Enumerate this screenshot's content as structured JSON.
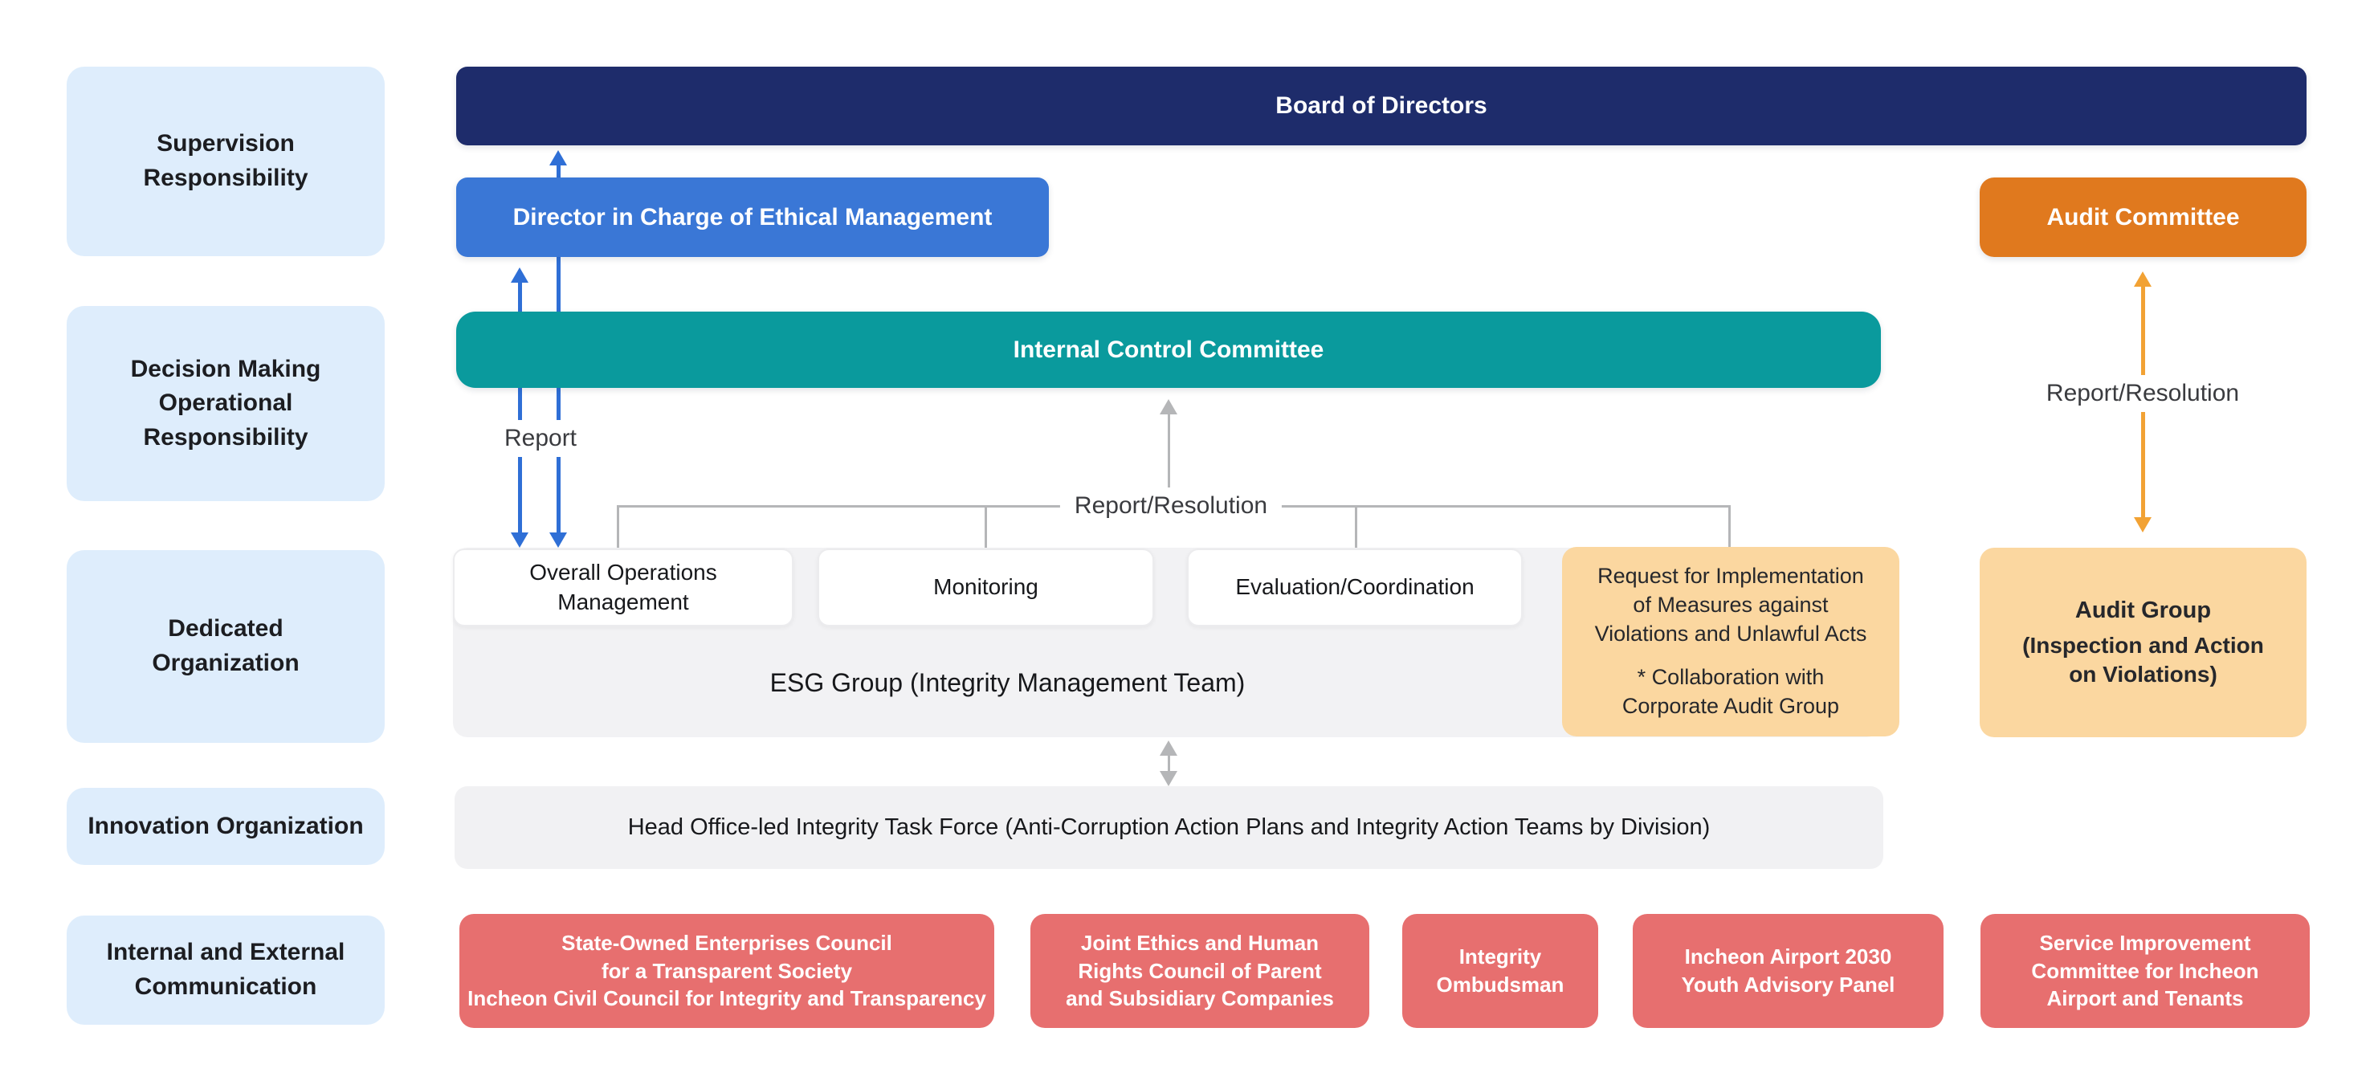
{
  "palette": {
    "navy": "#1e2c6b",
    "blue": "#3a77d6",
    "blue_arrow": "#2f6fd6",
    "teal": "#0a9a9d",
    "orange": "#e0791e",
    "orange_arrow": "#f2a234",
    "yellow": "#fbd7a0",
    "red": "#e76f6f",
    "light_blue": "#deedfc",
    "gray_box": "#f2f2f4",
    "gray_line": "#b5b6b8"
  },
  "left_labels": [
    {
      "text": "Supervision\nResponsibility"
    },
    {
      "text": "Decision Making\nOperational\nResponsibility"
    },
    {
      "text": "Dedicated\nOrganization"
    },
    {
      "text": "Innovation Organization"
    },
    {
      "text": "Internal and External\nCommunication"
    }
  ],
  "top": {
    "board": "Board of Directors",
    "director": "Director in Charge of Ethical Management",
    "audit_committee": "Audit Committee"
  },
  "middle": {
    "internal_control": "Internal Control Committee",
    "report_label": "Report",
    "report_resolution_center": "Report/Resolution",
    "report_resolution_right": "Report/Resolution"
  },
  "esg": {
    "white_boxes": [
      {
        "text": "Overall Operations\nManagement"
      },
      {
        "text": "Monitoring"
      },
      {
        "text": "Evaluation/Coordination"
      }
    ],
    "group_label": "ESG Group (Integrity Management Team)",
    "request_box": {
      "main": "Request for Implementation\nof Measures against\nViolations and Unlawful Acts",
      "note": "* Collaboration with\nCorporate Audit Group"
    },
    "audit_group": {
      "title": "Audit Group",
      "subtitle": "(Inspection and Action\non Violations)"
    }
  },
  "innovation": {
    "task_force": "Head Office-led Integrity Task Force (Anti-Corruption Action Plans and Integrity Action Teams by Division)"
  },
  "communication": [
    {
      "text": "State-Owned Enterprises Council\nfor a Transparent Society\nIncheon Civil Council for Integrity and Transparency"
    },
    {
      "text": "Joint Ethics and Human\nRights Council of Parent\nand Subsidiary Companies"
    },
    {
      "text": "Integrity\nOmbudsman"
    },
    {
      "text": "Incheon Airport 2030\nYouth Advisory Panel"
    },
    {
      "text": "Service Improvement\nCommittee for Incheon\nAirport and Tenants"
    }
  ]
}
